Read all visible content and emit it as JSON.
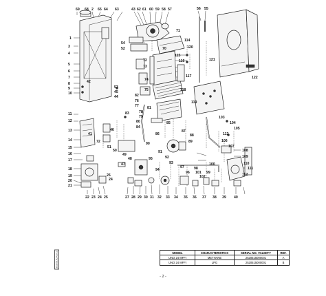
{
  "diagram": {
    "labels": [
      {
        "id": "L1",
        "text": "69"
      },
      {
        "id": "L2",
        "text": "68"
      },
      {
        "id": "L3",
        "text": "2"
      },
      {
        "id": "L4",
        "text": "65"
      },
      {
        "id": "L5",
        "text": "64"
      },
      {
        "id": "L6",
        "text": "43"
      },
      {
        "id": "L7",
        "text": "62"
      },
      {
        "id": "L8",
        "text": "61"
      },
      {
        "id": "L9",
        "text": "60"
      },
      {
        "id": "L10",
        "text": "59"
      },
      {
        "id": "L11",
        "text": "58"
      },
      {
        "id": "L12",
        "text": "57"
      },
      {
        "id": "L13",
        "text": "56"
      },
      {
        "id": "L14",
        "text": "55"
      },
      {
        "id": "L15",
        "text": "54"
      },
      {
        "id": "L16",
        "text": "70"
      },
      {
        "id": "L17",
        "text": "71"
      },
      {
        "id": "L18",
        "text": "53"
      },
      {
        "id": "L19",
        "text": "52"
      },
      {
        "id": "L20",
        "text": "51"
      },
      {
        "id": "L21",
        "text": "50"
      },
      {
        "id": "L22",
        "text": "49"
      },
      {
        "id": "L23",
        "text": "48"
      },
      {
        "id": "L24",
        "text": "47"
      },
      {
        "id": "L25",
        "text": "46"
      },
      {
        "id": "L26",
        "text": "45"
      },
      {
        "id": "L27",
        "text": "44"
      },
      {
        "id": "L28",
        "text": "42"
      },
      {
        "id": "L29",
        "text": "41"
      },
      {
        "id": "L30",
        "text": "72"
      },
      {
        "id": "L31",
        "text": "73"
      },
      {
        "id": "L32",
        "text": "74"
      },
      {
        "id": "L33",
        "text": "75"
      },
      {
        "id": "L34",
        "text": "76"
      },
      {
        "id": "L35",
        "text": "77"
      },
      {
        "id": "L36",
        "text": "78"
      },
      {
        "id": "L37",
        "text": "79"
      },
      {
        "id": "L38",
        "text": "80"
      },
      {
        "id": "L39",
        "text": "81"
      },
      {
        "id": "L40",
        "text": "82"
      },
      {
        "id": "L41",
        "text": "83"
      },
      {
        "id": "L42",
        "text": "84"
      },
      {
        "id": "L43",
        "text": "85"
      },
      {
        "id": "L44",
        "text": "86"
      },
      {
        "id": "L45",
        "text": "87"
      },
      {
        "id": "L46",
        "text": "88"
      },
      {
        "id": "L47",
        "text": "89"
      },
      {
        "id": "L48",
        "text": "90"
      },
      {
        "id": "L49",
        "text": "91"
      },
      {
        "id": "L50",
        "text": "92"
      },
      {
        "id": "L51",
        "text": "93"
      },
      {
        "id": "L52",
        "text": "94"
      },
      {
        "id": "L53",
        "text": "95"
      },
      {
        "id": "L54",
        "text": "96"
      },
      {
        "id": "L55",
        "text": "97"
      },
      {
        "id": "L56",
        "text": "98"
      },
      {
        "id": "L57",
        "text": "99"
      },
      {
        "id": "L58",
        "text": "100"
      },
      {
        "id": "L59",
        "text": "101"
      },
      {
        "id": "L60",
        "text": "102"
      },
      {
        "id": "L61",
        "text": "103"
      },
      {
        "id": "L62",
        "text": "104"
      },
      {
        "id": "L63",
        "text": "105"
      },
      {
        "id": "L64",
        "text": "106"
      },
      {
        "id": "L65",
        "text": "107"
      },
      {
        "id": "L66",
        "text": "108"
      },
      {
        "id": "L67",
        "text": "109"
      },
      {
        "id": "L68",
        "text": "110"
      },
      {
        "id": "L69",
        "text": "111"
      },
      {
        "id": "L70",
        "text": "112"
      },
      {
        "id": "L71",
        "text": "113"
      },
      {
        "id": "L72",
        "text": "114"
      },
      {
        "id": "L73",
        "text": "115"
      },
      {
        "id": "L74",
        "text": "116"
      },
      {
        "id": "L75",
        "text": "117"
      },
      {
        "id": "L76",
        "text": "118"
      },
      {
        "id": "L77",
        "text": "119"
      },
      {
        "id": "L78",
        "text": "120"
      },
      {
        "id": "L79",
        "text": "121"
      },
      {
        "id": "L80",
        "text": "122"
      },
      {
        "id": "L81",
        "text": "1"
      },
      {
        "id": "L82",
        "text": "3"
      },
      {
        "id": "L83",
        "text": "4"
      },
      {
        "id": "L84",
        "text": "5"
      },
      {
        "id": "L85",
        "text": "6"
      },
      {
        "id": "L86",
        "text": "7"
      },
      {
        "id": "L87",
        "text": "8"
      },
      {
        "id": "L88",
        "text": "9"
      },
      {
        "id": "L89",
        "text": "10"
      },
      {
        "id": "L90",
        "text": "11"
      },
      {
        "id": "L91",
        "text": "12"
      },
      {
        "id": "L92",
        "text": "13"
      },
      {
        "id": "L93",
        "text": "14"
      },
      {
        "id": "L94",
        "text": "15"
      },
      {
        "id": "L95",
        "text": "16"
      },
      {
        "id": "L96",
        "text": "17"
      },
      {
        "id": "L97",
        "text": "18"
      },
      {
        "id": "L98",
        "text": "19"
      },
      {
        "id": "L99",
        "text": "20"
      },
      {
        "id": "L100",
        "text": "21"
      },
      {
        "id": "L101",
        "text": "22"
      },
      {
        "id": "L102",
        "text": "23"
      },
      {
        "id": "L103",
        "text": "24"
      },
      {
        "id": "L104",
        "text": "25"
      },
      {
        "id": "L105",
        "text": "26"
      },
      {
        "id": "L106",
        "text": "27"
      },
      {
        "id": "L107",
        "text": "28"
      },
      {
        "id": "L108",
        "text": "29"
      },
      {
        "id": "L109",
        "text": "30"
      },
      {
        "id": "L110",
        "text": "31"
      },
      {
        "id": "L111",
        "text": "32"
      },
      {
        "id": "L112",
        "text": "33"
      },
      {
        "id": "L113",
        "text": "34"
      },
      {
        "id": "L114",
        "text": "35"
      },
      {
        "id": "L115",
        "text": "36"
      },
      {
        "id": "L116",
        "text": "37"
      },
      {
        "id": "L117",
        "text": "38"
      },
      {
        "id": "L118",
        "text": "39"
      },
      {
        "id": "L119",
        "text": "40"
      },
      {
        "id": "L120",
        "text": "63"
      }
    ]
  },
  "table": {
    "headers": [
      "MODEL",
      "CHARACTERISTICS",
      "SERIAL NO. VALIDITY",
      "REF."
    ],
    "rows": [
      [
        "UNO 24 MFFI",
        "METHANE",
        "2520515000001",
        "A"
      ],
      [
        "UNO 24 MFFI",
        "LPG",
        "2520515000001",
        "B"
      ]
    ]
  },
  "doc_code": "2520515000001",
  "page_number": "- 2 -"
}
